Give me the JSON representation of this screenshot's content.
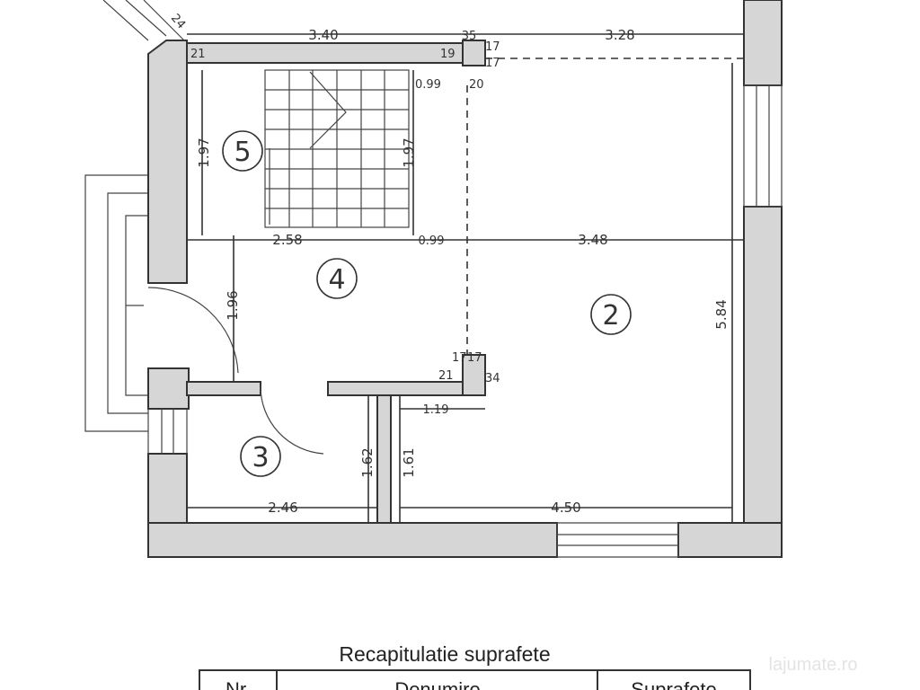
{
  "plan": {
    "rooms": [
      "5",
      "4",
      "2",
      "3"
    ],
    "dimensions": {
      "top_left": "3.40",
      "top_mid": "35",
      "top_right": "3.28",
      "corner_diag": "24",
      "wall_left": "21",
      "wall_19": "19",
      "wall_17a": "17",
      "wall_17b": "17",
      "stair_gap": "0.99",
      "stair_20": "20",
      "stair_h_left": "1.97",
      "stair_h_right": "1.97",
      "mid_left": "2.58",
      "mid_gap": "0.99",
      "mid_right": "3.48",
      "hall_h": "1.96",
      "total_h": "5.84",
      "pier_17a": "17",
      "pier_17b": "17",
      "pier_21": "21",
      "pier_34": "34",
      "door_w": "1.19",
      "room3_h": "1.62",
      "room2_h": "1.61",
      "room3_w": "2.46",
      "room2_w": "4.50"
    }
  },
  "table": {
    "title": "Recapitulatie suprafete",
    "headers": [
      "Nr.",
      "Denumire",
      "Suprafete"
    ]
  },
  "watermark": "lajumate.ro"
}
